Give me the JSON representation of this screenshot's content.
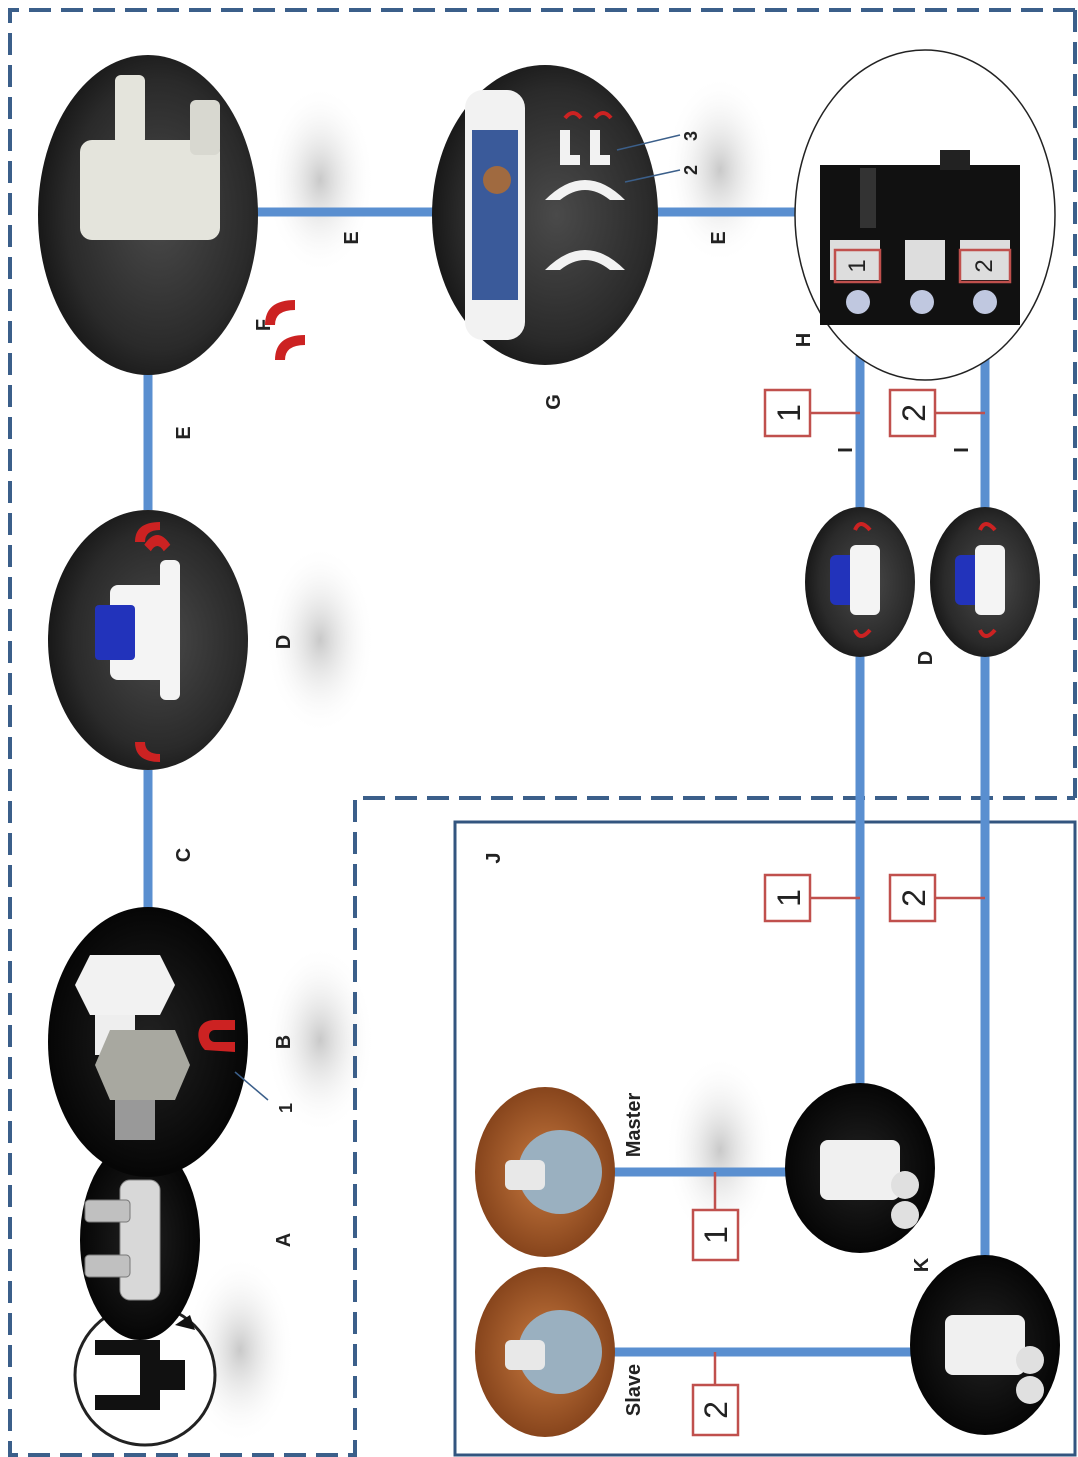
{
  "letters": {
    "A": "A",
    "B": "B",
    "C": "C",
    "D": "D",
    "E": "E",
    "F": "F",
    "G": "G",
    "H": "H",
    "I": "I",
    "J": "J",
    "K": "K"
  },
  "numbers": {
    "one": "1",
    "two": "2",
    "three": "3"
  },
  "labels": {
    "master": "Master",
    "slave": "Slave"
  },
  "colors": {
    "pipe": "#5a8fd0",
    "dashed_border": "#3b5f8a",
    "solid_border": "#33557f",
    "tag_border": "#c0504d",
    "clip_red": "#cc2222",
    "valve_blue": "#2233bb",
    "dark_bg": "#2a2a2a"
  }
}
